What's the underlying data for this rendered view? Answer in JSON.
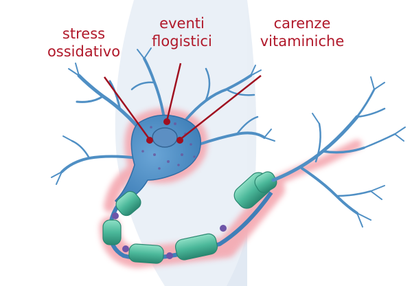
{
  "labels": {
    "stress": {
      "line1": "stress",
      "line2": "ossidativo"
    },
    "eventi": {
      "line1": "eventi",
      "line2": "flogistici"
    },
    "carenze": {
      "line1": "carenze",
      "line2": "vitaminiche"
    }
  },
  "colors": {
    "label_red": "#b0182a",
    "leader_red": "#a01020",
    "neuron_blue": "#4f8fc4",
    "neuron_dark": "#2f6ea6",
    "glow_pink": "#f4a7b0",
    "myelin_green": "#4bb89a",
    "myelin_dark": "#2a8670",
    "background_tint": "#eaf0f8"
  },
  "icons": [
    "neuron-illustration",
    "cell-nucleus",
    "myelin-sheath",
    "axon-terminal"
  ]
}
